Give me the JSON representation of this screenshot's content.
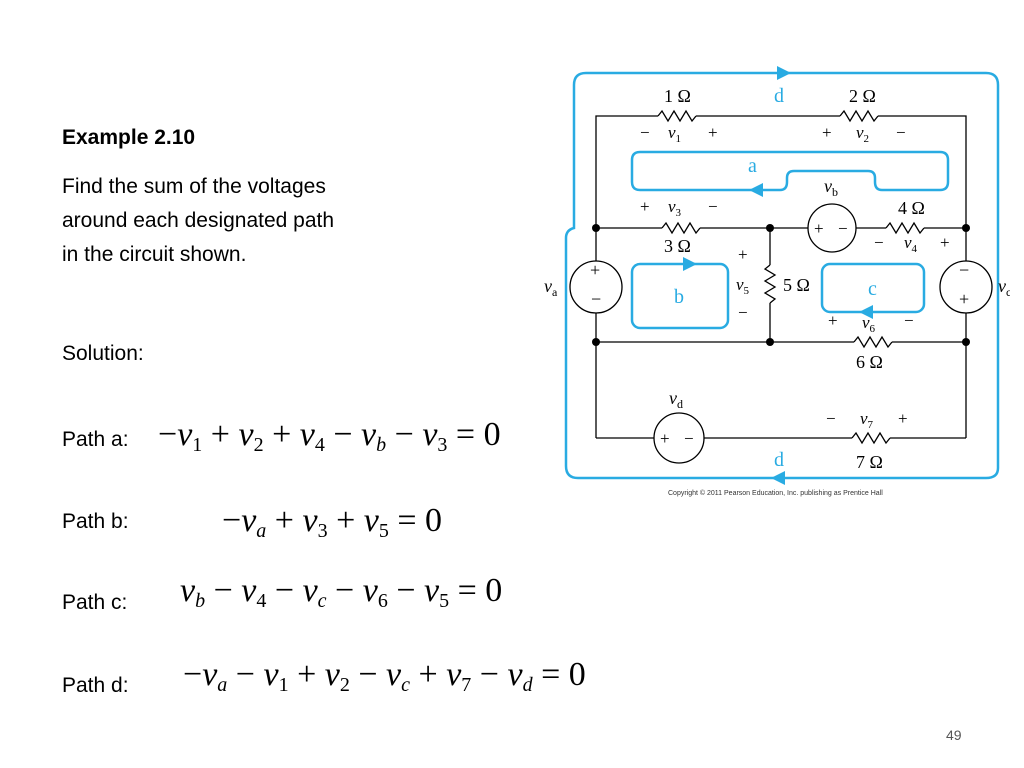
{
  "slide": {
    "title": "Example 2.10",
    "problem": "Find the sum of the voltages around each designated path in the circuit shown.",
    "solution_label": "Solution:",
    "page_number": "49"
  },
  "paths": [
    {
      "label": "Path a:"
    },
    {
      "label": "Path b:"
    },
    {
      "label": "Path c:"
    },
    {
      "label": "Path d:"
    }
  ],
  "circuit": {
    "loop_color": "#29abe2",
    "copyright": "Copyright © 2011 Pearson Education, Inc. publishing as Prentice Hall",
    "resistors": [
      {
        "value": "1 Ω",
        "voltage": "v1"
      },
      {
        "value": "2 Ω",
        "voltage": "v2"
      },
      {
        "value": "3 Ω",
        "voltage": "v3"
      },
      {
        "value": "4 Ω",
        "voltage": "v4"
      },
      {
        "value": "5 Ω",
        "voltage": "v5"
      },
      {
        "value": "6 Ω",
        "voltage": "v6"
      },
      {
        "value": "7 Ω",
        "voltage": "v7"
      }
    ],
    "sources": [
      "va",
      "vb",
      "vc",
      "vd"
    ],
    "loops": [
      "a",
      "b",
      "c",
      "d"
    ]
  }
}
